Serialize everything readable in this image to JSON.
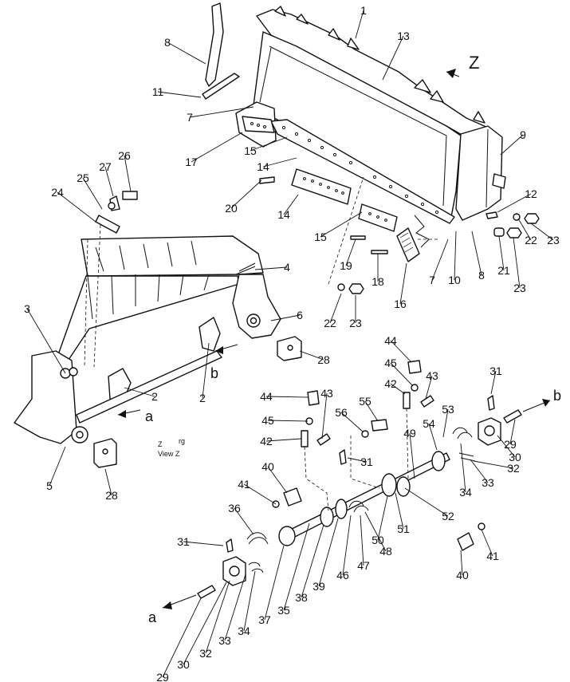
{
  "view_label": {
    "line1": "Z",
    "line2": "View Z",
    "suffix": "rg"
  },
  "direction_labels": {
    "z": "Z",
    "a": "a",
    "b": "b"
  },
  "callouts": [
    {
      "id": "c1",
      "text": "1"
    },
    {
      "id": "c13",
      "text": "13"
    },
    {
      "id": "c8a",
      "text": "8"
    },
    {
      "id": "c11",
      "text": "11"
    },
    {
      "id": "c7a",
      "text": "7"
    },
    {
      "id": "c17",
      "text": "17"
    },
    {
      "id": "c15a",
      "text": "15"
    },
    {
      "id": "c14a",
      "text": "14"
    },
    {
      "id": "c9",
      "text": "9"
    },
    {
      "id": "c12",
      "text": "12"
    },
    {
      "id": "c22a",
      "text": "22"
    },
    {
      "id": "c23a",
      "text": "23"
    },
    {
      "id": "c21",
      "text": "21"
    },
    {
      "id": "c23b",
      "text": "23"
    },
    {
      "id": "c8b",
      "text": "8"
    },
    {
      "id": "c10",
      "text": "10"
    },
    {
      "id": "c7b",
      "text": "7"
    },
    {
      "id": "c26",
      "text": "26"
    },
    {
      "id": "c27",
      "text": "27"
    },
    {
      "id": "c25",
      "text": "25"
    },
    {
      "id": "c24",
      "text": "24"
    },
    {
      "id": "c20",
      "text": "20"
    },
    {
      "id": "c14b",
      "text": "14"
    },
    {
      "id": "c15b",
      "text": "15"
    },
    {
      "id": "c19",
      "text": "19"
    },
    {
      "id": "c18",
      "text": "18"
    },
    {
      "id": "c16",
      "text": "16"
    },
    {
      "id": "c22b",
      "text": "22"
    },
    {
      "id": "c23c",
      "text": "23"
    },
    {
      "id": "c4",
      "text": "4"
    },
    {
      "id": "c3",
      "text": "3"
    },
    {
      "id": "c6",
      "text": "6"
    },
    {
      "id": "c28a",
      "text": "28"
    },
    {
      "id": "c2a",
      "text": "2"
    },
    {
      "id": "c2b",
      "text": "2"
    },
    {
      "id": "c5",
      "text": "5"
    },
    {
      "id": "c28b",
      "text": "28"
    },
    {
      "id": "c44a",
      "text": "44"
    },
    {
      "id": "c45a",
      "text": "45"
    },
    {
      "id": "c43a",
      "text": "43"
    },
    {
      "id": "c42a",
      "text": "42"
    },
    {
      "id": "c31a",
      "text": "31"
    },
    {
      "id": "c44b",
      "text": "44"
    },
    {
      "id": "c43b",
      "text": "43"
    },
    {
      "id": "c45b",
      "text": "45"
    },
    {
      "id": "c55",
      "text": "55"
    },
    {
      "id": "c56",
      "text": "56"
    },
    {
      "id": "c42b",
      "text": "42"
    },
    {
      "id": "c53",
      "text": "53"
    },
    {
      "id": "c54",
      "text": "54"
    },
    {
      "id": "c49",
      "text": "49"
    },
    {
      "id": "c29a",
      "text": "29"
    },
    {
      "id": "c30a",
      "text": "30"
    },
    {
      "id": "c32a",
      "text": "32"
    },
    {
      "id": "c33a",
      "text": "33"
    },
    {
      "id": "c34a",
      "text": "34"
    },
    {
      "id": "c31b",
      "text": "31"
    },
    {
      "id": "c40a",
      "text": "40"
    },
    {
      "id": "c41a",
      "text": "41"
    },
    {
      "id": "c52",
      "text": "52"
    },
    {
      "id": "c51",
      "text": "51"
    },
    {
      "id": "c50",
      "text": "50"
    },
    {
      "id": "c36",
      "text": "36"
    },
    {
      "id": "c48",
      "text": "48"
    },
    {
      "id": "c47",
      "text": "47"
    },
    {
      "id": "c46",
      "text": "46"
    },
    {
      "id": "c39",
      "text": "39"
    },
    {
      "id": "c38",
      "text": "38"
    },
    {
      "id": "c35",
      "text": "35"
    },
    {
      "id": "c37",
      "text": "37"
    },
    {
      "id": "c31c",
      "text": "31"
    },
    {
      "id": "c34b",
      "text": "34"
    },
    {
      "id": "c33b",
      "text": "33"
    },
    {
      "id": "c32b",
      "text": "32"
    },
    {
      "id": "c30b",
      "text": "30"
    },
    {
      "id": "c29b",
      "text": "29"
    },
    {
      "id": "c41b",
      "text": "41"
    },
    {
      "id": "c40b",
      "text": "40"
    }
  ]
}
